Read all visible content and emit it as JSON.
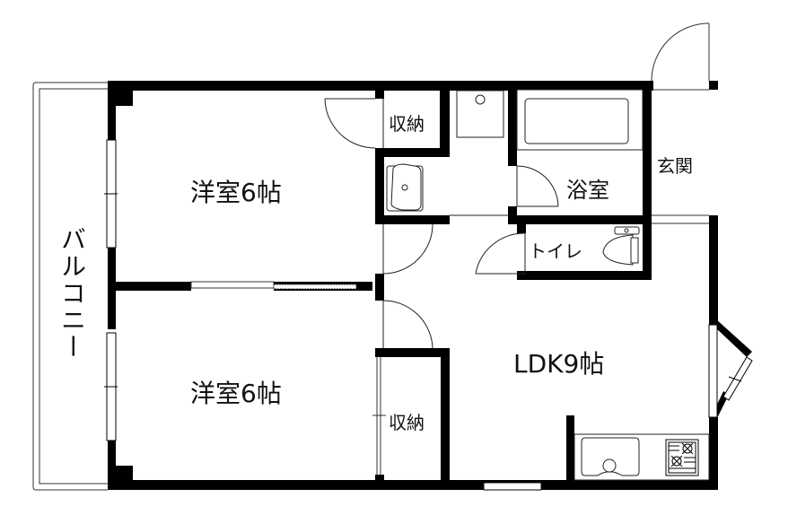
{
  "floor_plan": {
    "colors": {
      "wall": "#000000",
      "background": "#ffffff",
      "line": "#222222"
    },
    "rooms": [
      {
        "id": "western-room-1",
        "label": "洋室6帖",
        "size_jo": 6
      },
      {
        "id": "western-room-2",
        "label": "洋室6帖",
        "size_jo": 6
      },
      {
        "id": "closet-1",
        "label": "収納"
      },
      {
        "id": "closet-2",
        "label": "収納"
      },
      {
        "id": "bathroom",
        "label": "浴室"
      },
      {
        "id": "entrance",
        "label": "玄関"
      },
      {
        "id": "toilet",
        "label": "トイレ"
      },
      {
        "id": "ldk",
        "label": "LDK9帖",
        "size_jo": 9
      },
      {
        "id": "balcony",
        "label": "バルコニー"
      }
    ],
    "fixtures": [
      "washbasin",
      "washing-machine-pan",
      "bathtub",
      "toilet-bowl",
      "kitchen-sink",
      "gas-stove"
    ]
  }
}
